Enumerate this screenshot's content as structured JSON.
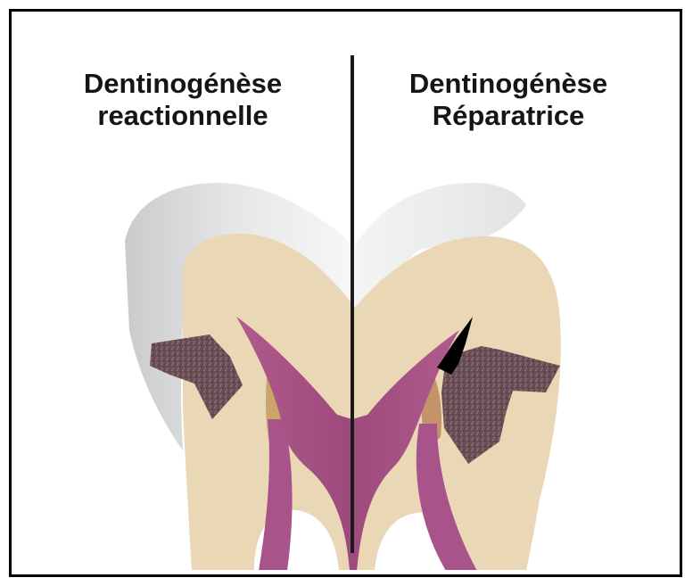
{
  "left_panel": {
    "title_line1": "Dentinogénèse",
    "title_line2": "reactionnelle"
  },
  "right_panel": {
    "title_line1": "Dentinogénèse",
    "title_line2": "Réparatrice"
  },
  "colors": {
    "enamel": "#d9dadb",
    "dentin": "#e8d6b4",
    "pulp": "#a64d82",
    "reactionary_dentin": "#c9a36a",
    "caries": "#6a4e55",
    "divider": "#1a1a1a"
  }
}
